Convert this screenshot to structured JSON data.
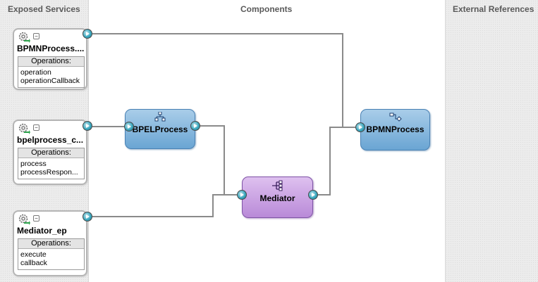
{
  "lanes": {
    "exposed_services": "Exposed Services",
    "components": "Components",
    "external_references": "External References"
  },
  "services": [
    {
      "name": "BPMNProcess....",
      "ops_header": "Operations:",
      "operations": [
        "operation",
        "operationCallback"
      ]
    },
    {
      "name": "bpelprocess_c...",
      "ops_header": "Operations:",
      "operations": [
        "process",
        "processRespon..."
      ]
    },
    {
      "name": "Mediator_ep",
      "ops_header": "Operations:",
      "operations": [
        "execute",
        "callback"
      ]
    }
  ],
  "components": {
    "bpel": {
      "label": "BPELProcess",
      "icon": "bpel-process-icon",
      "color": "#8bbde3"
    },
    "mediator": {
      "label": "Mediator",
      "icon": "mediator-icon",
      "color": "#c9a2e2"
    },
    "bpmn": {
      "label": "BPMNProcess",
      "icon": "bpmn-process-icon",
      "color": "#8bbde3"
    }
  },
  "colors": {
    "wire": "#8a8a8a",
    "port": "#3aa9c0"
  }
}
